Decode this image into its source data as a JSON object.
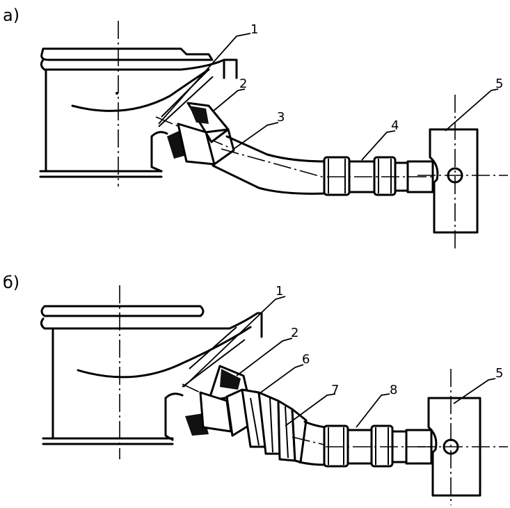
{
  "panels": {
    "a": "а)",
    "b": "б)"
  },
  "labels_a": [
    "1",
    "2",
    "3",
    "4",
    "5"
  ],
  "labels_b": [
    "1",
    "2",
    "6",
    "7",
    "8",
    "5"
  ]
}
